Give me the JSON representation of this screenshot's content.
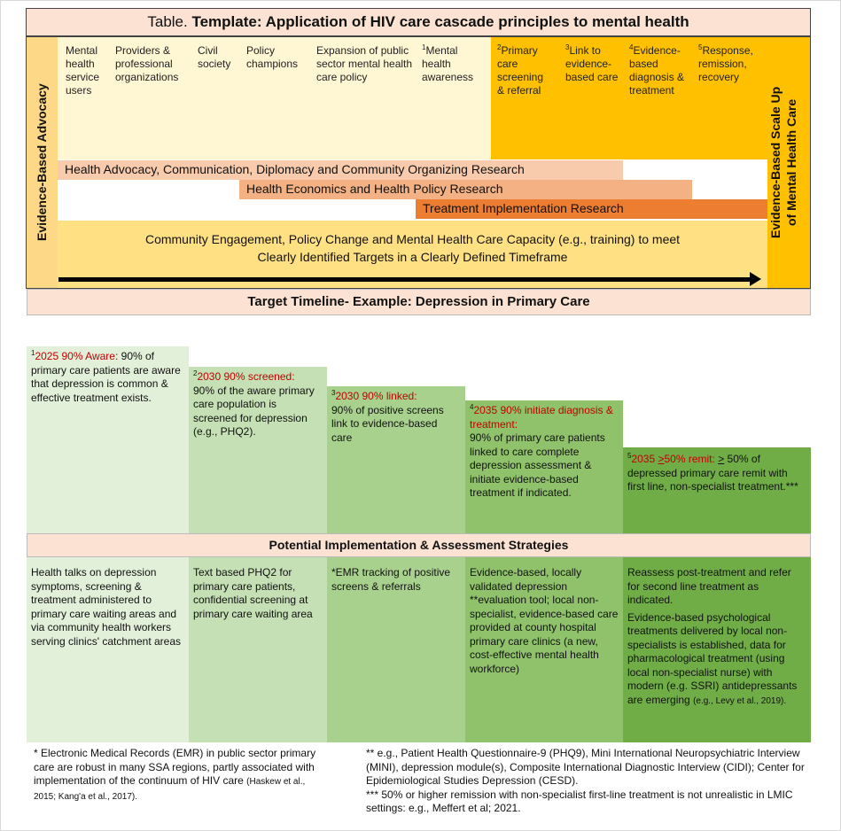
{
  "title": {
    "prefix": "Table.",
    "bold": "Template: Application of HIV care cascade principles to mental health"
  },
  "left_band_label": "Evidence-Based Advocacy",
  "right_band_label_line1": "Evidence-Based Scale Up",
  "right_band_label_line2": "of Mental Health Care",
  "columns": [
    {
      "sup": "",
      "text": "Mental health service users"
    },
    {
      "sup": "",
      "text": "Providers & professional organizations"
    },
    {
      "sup": "",
      "text": "Civil society"
    },
    {
      "sup": "",
      "text": "Policy champions"
    },
    {
      "sup": "",
      "text": "Expansion of public sector mental health care policy"
    },
    {
      "sup": "1",
      "text": "Mental health awareness"
    },
    {
      "sup": "2",
      "text": "Primary care screening & referral"
    },
    {
      "sup": "3",
      "text": "Link to evidence-based care"
    },
    {
      "sup": "4",
      "text": "Evidence-based diagnosis & treatment"
    },
    {
      "sup": "5",
      "text": "Response, remission, recovery"
    }
  ],
  "research_bars": [
    "Health Advocacy, Communication, Diplomacy and Community Organizing Research",
    "Health Economics and Health Policy Research",
    "Treatment Implementation Research"
  ],
  "engagement": {
    "line1": "Community Engagement, Policy Change and Mental Health Care Capacity (e.g., training) to meet",
    "line2": "Clearly Identified Targets in a Clearly Defined Timeframe"
  },
  "timeline_header": "Target Timeline- Example: Depression in Primary Care",
  "targets": [
    {
      "sup": "1",
      "head": "2025 90% Aware:",
      "body": "90% of primary care patients are aware that depression is common & effective treatment exists."
    },
    {
      "sup": "2",
      "head": "2030 90% screened:",
      "body": "90% of the aware primary care population is screened for depression (e.g., PHQ2)."
    },
    {
      "sup": "3",
      "head": "2030 90% linked:",
      "body": "90% of positive screens link to evidence-based care"
    },
    {
      "sup": "4",
      "head": "2035 90% initiate diagnosis & treatment:",
      "body": "90% of primary care patients linked to care complete depression assessment & initiate evidence-based treatment if indicated."
    },
    {
      "sup": "5",
      "head_a": "2035 ",
      "head_ge": ">",
      "head_b": "50% remit:",
      "ge": ">",
      "body": " 50% of depressed primary care remit with first line, non-specialist treatment.***"
    }
  ],
  "strategies_header": "Potential Implementation & Assessment Strategies",
  "strategies": [
    "Health talks on depression symptoms, screening & treatment administered to primary care waiting areas and via community health workers serving clinics' catchment areas",
    "Text based PHQ2 for primary care patients, confidential screening at primary care waiting area",
    "*EMR tracking of positive screens & referrals",
    "Evidence-based, locally validated depression **evaluation tool; local non-specialist, evidence-based care provided at county hospital primary care clinics (a new, cost-effective mental health workforce)",
    {
      "p1": "Reassess post-treatment and refer for second line treatment as indicated.",
      "p2": "Evidence-based psychological treatments delivered by local non-specialists is established, data for pharmacological treatment (using local non-specialist nurse) with modern (e.g. SSRI) antidepressants are emerging",
      "p2_cite": "(e.g., Levy et al., 2019)."
    }
  ],
  "footnotes": {
    "left_main": "* Electronic Medical Records (EMR) in public sector primary care are robust in many SSA regions, partly associated with implementation of the continuum of HIV care",
    "left_cite": "(Haskew et al., 2015; Kang'a et al., 2017).",
    "right_1": "** e.g., Patient Health Questionnaire-9 (PHQ9), Mini International Neuropsychiatric Interview (MINI), depression module(s), Composite International Diagnostic Interview (CIDI); Center for Epidemiological Studies Depression (CESD).",
    "right_2": "*** 50% or higher remission with non-specialist first-line treatment is not unrealistic in LMIC settings: e.g., Meffert et al; 2021."
  },
  "colors": {
    "peach": "#fbe2d3",
    "orange": "#ffc000",
    "green_1": "#e2efd9",
    "green_2": "#c5e0b4",
    "green_3": "#a9d18e",
    "green_4": "#8fc26a",
    "green_5": "#70ad47",
    "red_text": "#c00000"
  }
}
